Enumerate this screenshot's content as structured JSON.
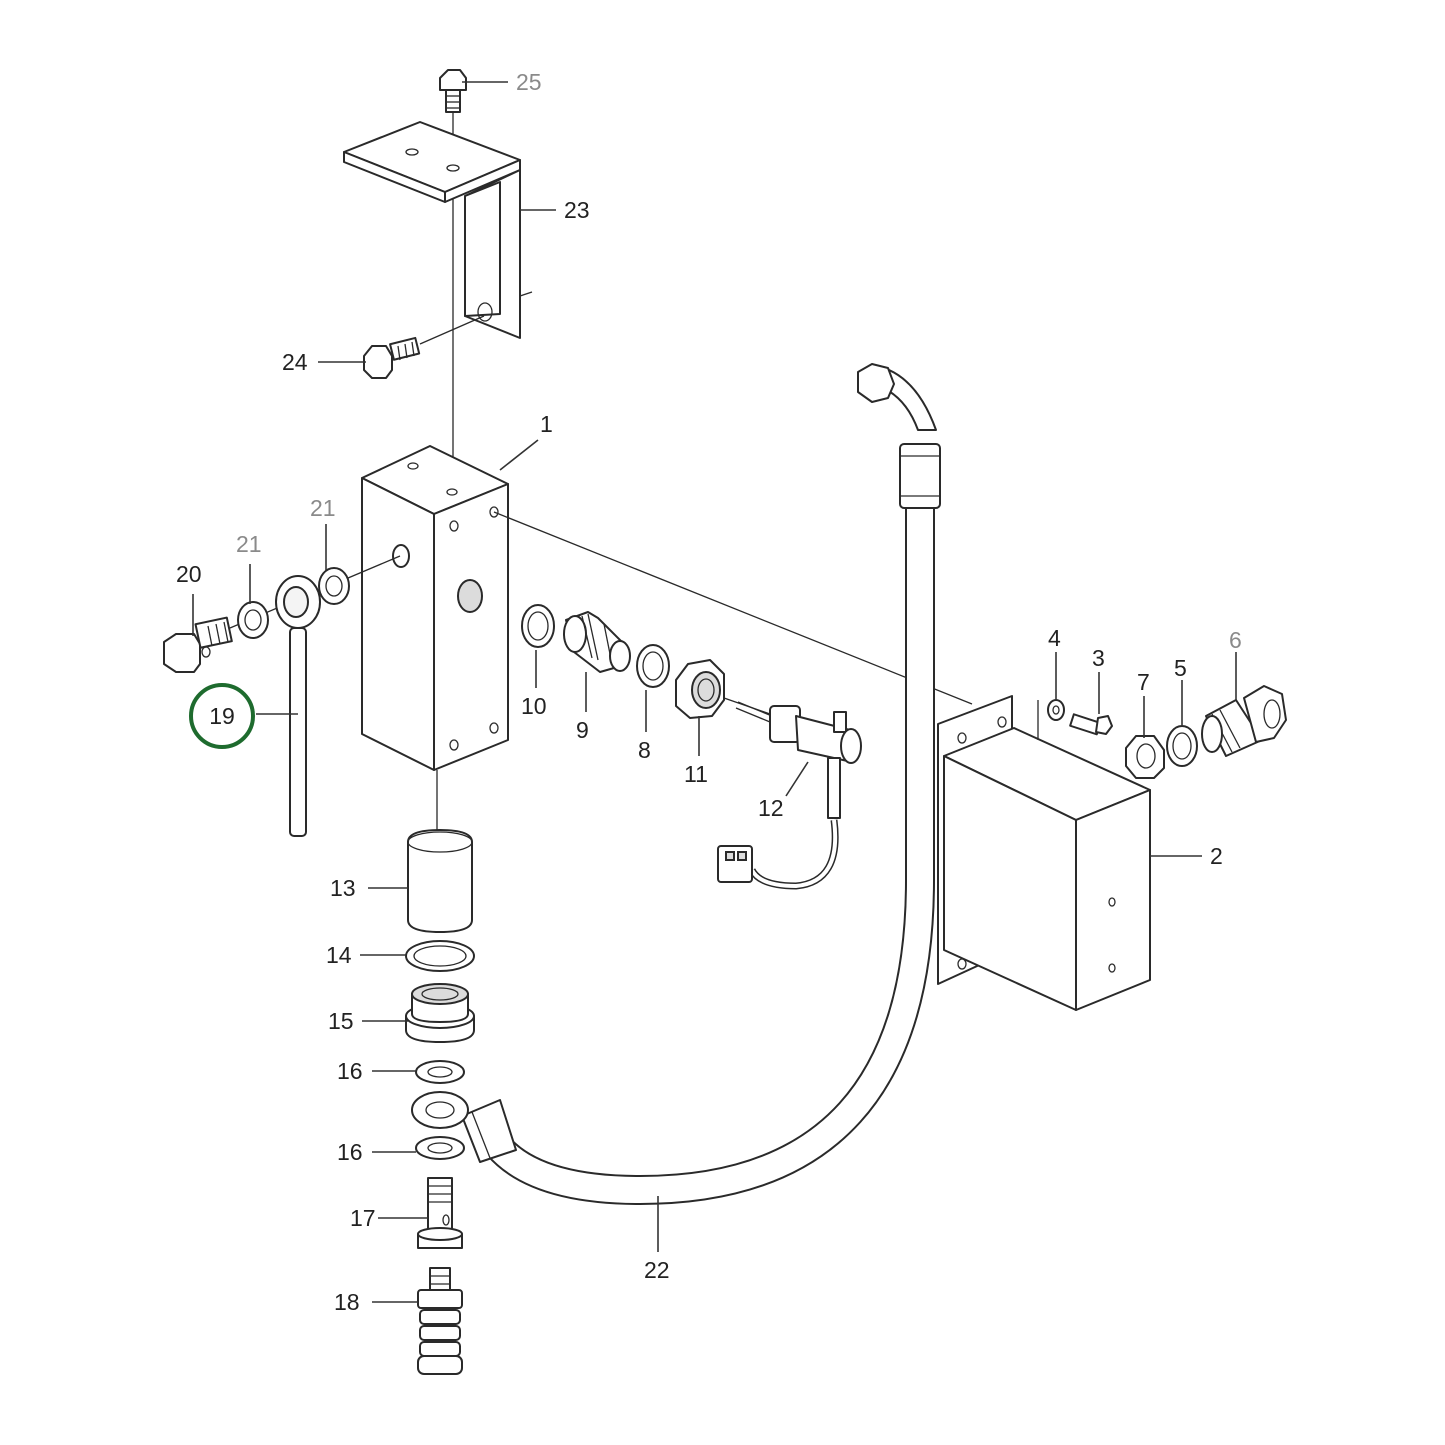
{
  "colors": {
    "line": "#2a2a2a",
    "label": "#222222",
    "label_light": "#8a8a8a",
    "highlight": "#1e6b2e"
  },
  "highlighted_callout": "19",
  "callouts": {
    "c1": "1",
    "c2": "2",
    "c3": "3",
    "c4": "4",
    "c5": "5",
    "c6": "6",
    "c7": "7",
    "c8": "8",
    "c9": "9",
    "c10": "10",
    "c11": "11",
    "c12": "12",
    "c13": "13",
    "c14": "14",
    "c15": "15",
    "c16a": "16",
    "c16b": "16",
    "c17": "17",
    "c18": "18",
    "c19": "19",
    "c20": "20",
    "c21a": "21",
    "c21b": "21",
    "c22": "22",
    "c23": "23",
    "c24": "24",
    "c25": "25"
  }
}
